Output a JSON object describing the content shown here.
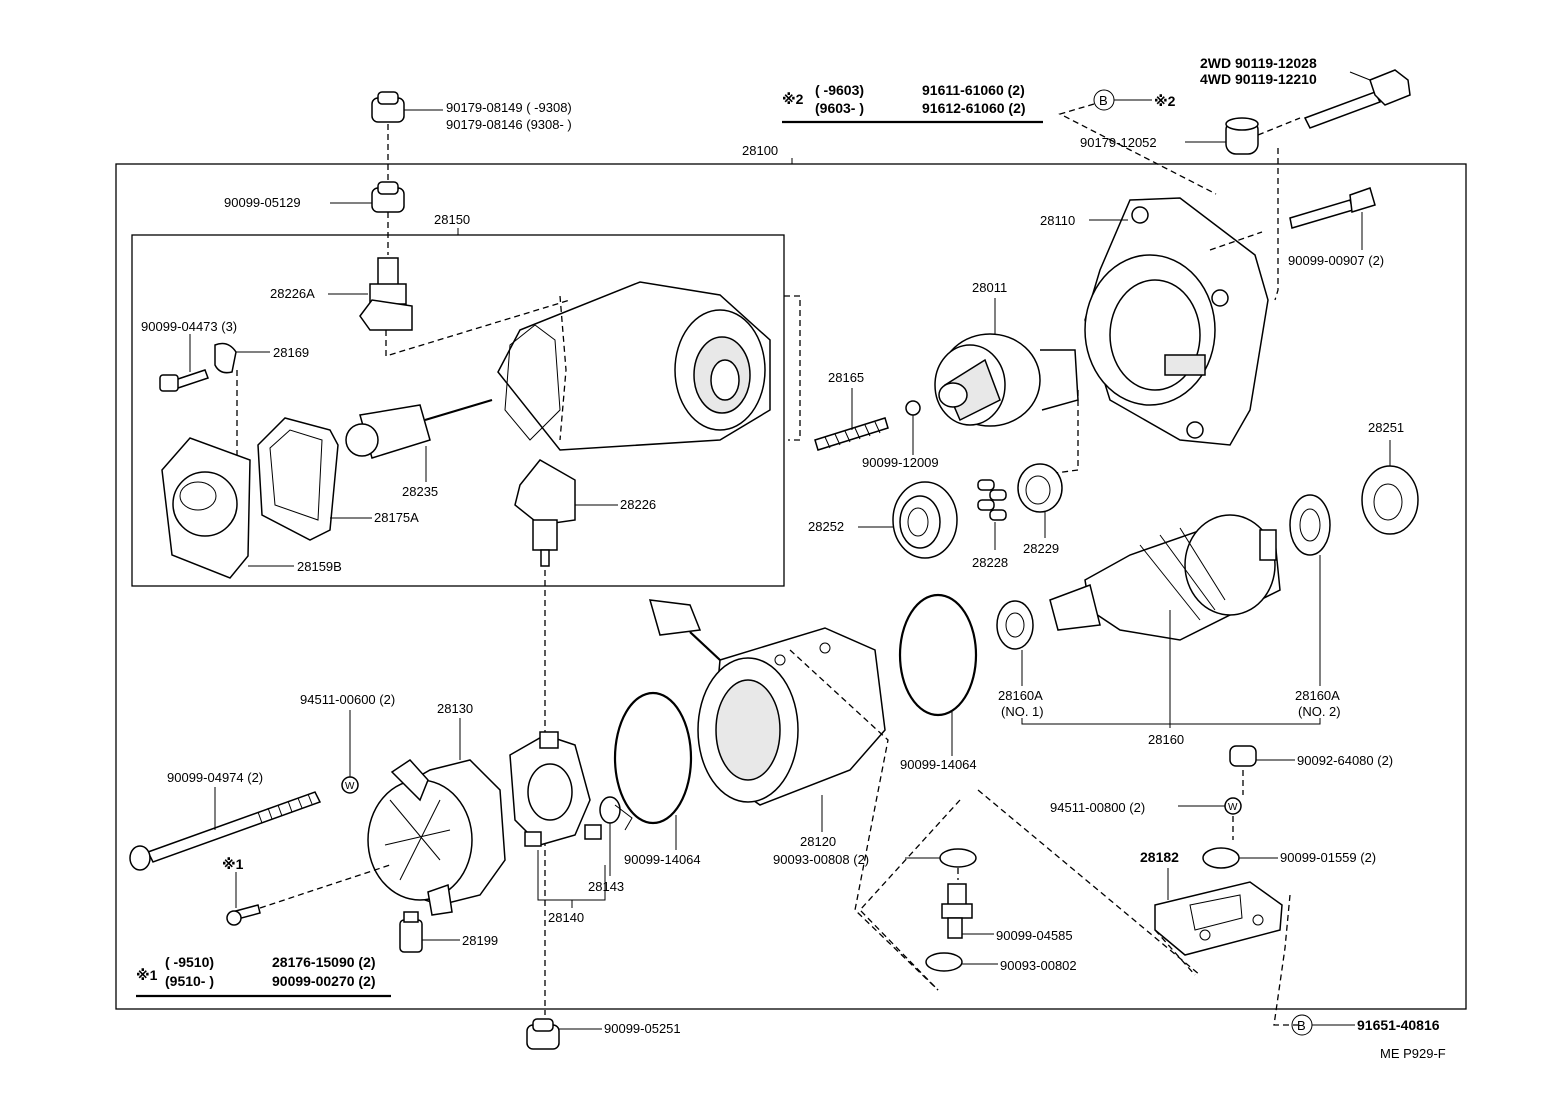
{
  "notes": {
    "n2_mark": "※2",
    "n2_r1_range": "(      -9603)",
    "n2_r1_part": "91611-61060 (2)",
    "n2_r2_range": "(9603-        )",
    "n2_r2_part": "91612-61060 (2)",
    "n1_mark": "※1",
    "n1_r1_range": "(      -9510)",
    "n1_r1_part": "28176-15090 (2)",
    "n1_r2_range": "(9510-        )",
    "n1_r2_part": "90099-00270 (2)",
    "b_symbol": "B",
    "w_symbol": "W",
    "star1": "※1",
    "star2": "※2"
  },
  "labels": {
    "p_2wd": "2WD  90119-12028",
    "p_4wd": "4WD  90119-12210",
    "p_90179_08149": "90179-08149 (       -9308)",
    "p_90179_08146": "90179-08146 (9308-       )",
    "p_90179_12052": "90179-12052",
    "p_28100": "28100",
    "p_90099_05129": "90099-05129",
    "p_28150": "28150",
    "p_28110": "28110",
    "p_90099_00907": "90099-00907 (2)",
    "p_28226A": "28226A",
    "p_28011": "28011",
    "p_90099_04473": "90099-04473 (3)",
    "p_28169": "28169",
    "p_28165": "28165",
    "p_90099_12009": "90099-12009",
    "p_28235": "28235",
    "p_28226": "28226",
    "p_28175A": "28175A",
    "p_28159B": "28159B",
    "p_28252": "28252",
    "p_28228": "28228",
    "p_28229": "28229",
    "p_28251": "28251",
    "p_28160A_1": "28160A",
    "p_no1": "(NO. 1)",
    "p_28160A_2": "28160A",
    "p_no2": "(NO. 2)",
    "p_28160": "28160",
    "p_28130": "28130",
    "p_94511_00600": "94511-00600 (2)",
    "p_90099_04974": "90099-04974 (2)",
    "p_90099_14064a": "90099-14064",
    "p_28120": "28120",
    "p_90099_14064b": "90099-14064",
    "p_90092_64080": "90092-64080 (2)",
    "p_94511_00800": "94511-00800 (2)",
    "p_28182": "28182",
    "p_90099_01559": "90099-01559 (2)",
    "p_90093_00808": "90093-00808 (2)",
    "p_90099_04585": "90099-04585",
    "p_90093_00802": "90093-00802",
    "p_28143": "28143",
    "p_28140": "28140",
    "p_28199": "28199",
    "p_90099_05251": "90099-05251",
    "p_91651_40816": "91651-40816",
    "footer_code": "ME  P929-F"
  }
}
